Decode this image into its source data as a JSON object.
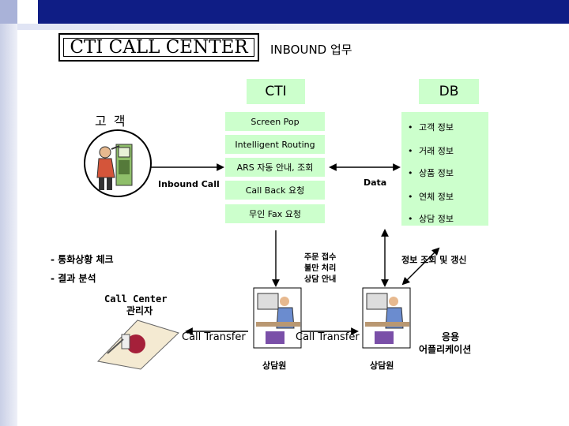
{
  "title": "CTI  CALL CENTER",
  "subtitle": "INBOUND 업무",
  "cti_label": "CTI",
  "db_label": "DB",
  "customer_label": "고 객",
  "cti_functions": [
    "Screen Pop",
    "Intelligent Routing",
    "ARS 자동 안내, 조회",
    "Call Back 요청",
    "무인 Fax 요청"
  ],
  "inbound_call_label": "Inbound Call",
  "data_label": "Data",
  "db_items": [
    "고객 정보",
    "거래 정보",
    "상품 정보",
    "연체 정보",
    "상담 정보"
  ],
  "bullet_char": "•",
  "manager_tasks": [
    "- 통화상황 체크",
    "- 결과 분석"
  ],
  "manager_label": [
    "Call Center",
    "관리자"
  ],
  "agent_tasks": [
    "주문 접수",
    "불만 처리",
    "상담 안내"
  ],
  "db_access_label": "정보 조회 및 갱신",
  "call_transfer_label": "Call Transfer",
  "agent_label": "상담원",
  "app_label": [
    "응용",
    "어플리케이션"
  ],
  "colors": {
    "green_box": "#ccffcc",
    "band": "#0f1d85"
  }
}
